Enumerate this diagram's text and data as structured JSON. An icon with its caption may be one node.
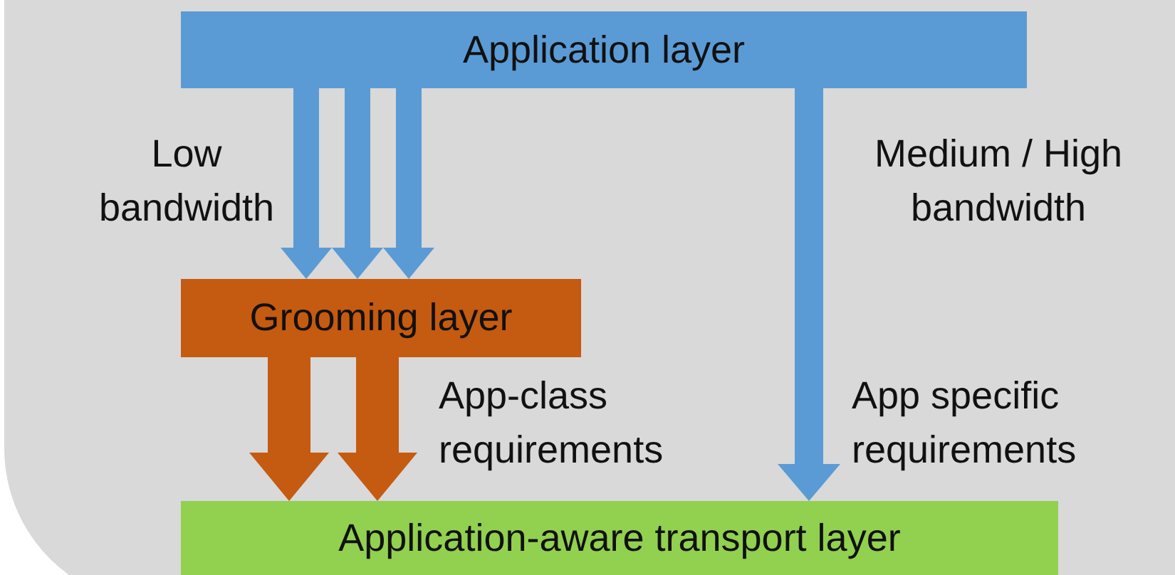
{
  "diagram": {
    "nodes": [
      {
        "text": [
          "Application layer"
        ]
      },
      {
        "text": [
          "Grooming layer"
        ]
      },
      {
        "text": [
          "Application-aware transport layer"
        ]
      }
    ],
    "edges": [
      {
        "from": 0,
        "to": 1,
        "arrow": "to"
      },
      {
        "from": 0,
        "to": 1,
        "arrow": "to"
      },
      {
        "from": 0,
        "to": 1,
        "arrow": "to"
      },
      {
        "from": 0,
        "to": 2,
        "arrow": "to"
      },
      {
        "from": 1,
        "to": 2,
        "arrow": "to",
        "color": "#c55a11"
      },
      {
        "from": 1,
        "to": 2,
        "arrow": "to",
        "color": "#c55a11"
      }
    ],
    "labels": [
      "Low bandwidth",
      "Medium / High bandwidth",
      "App-class requirements",
      "App specific requirements"
    ]
  }
}
